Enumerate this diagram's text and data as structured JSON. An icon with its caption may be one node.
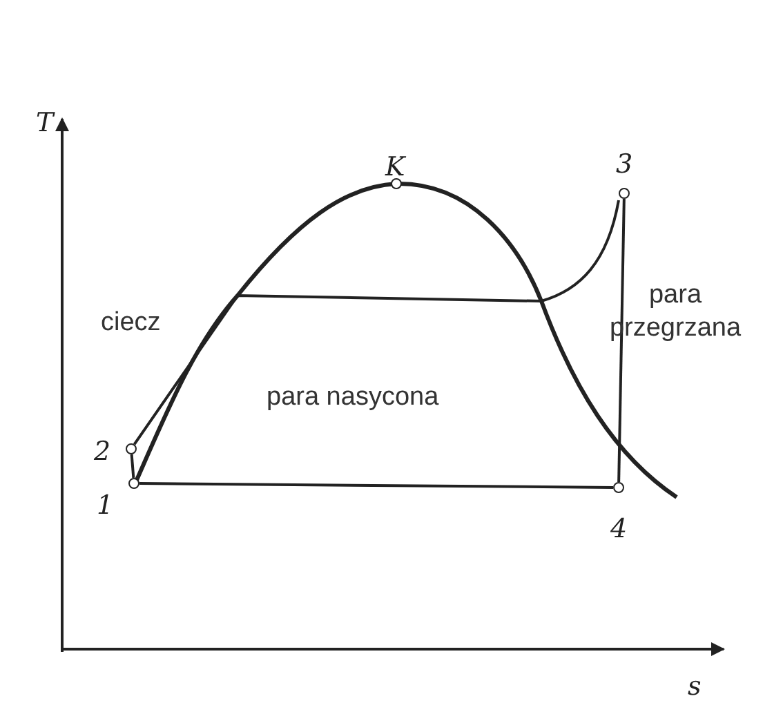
{
  "diagram": {
    "nodes": [
      {
        "text": [],
        "shape": "circle",
        "beside": [
          "K"
        ]
      },
      {
        "text": [],
        "shape": "circle",
        "beside": [
          "3"
        ]
      },
      {
        "text": [],
        "shape": "circle",
        "beside": [
          "2"
        ]
      },
      {
        "text": [],
        "shape": "circle",
        "beside": [
          "1"
        ]
      },
      {
        "text": [],
        "shape": "circle",
        "beside": [
          "4"
        ]
      }
    ],
    "edges": [
      {
        "from": 3,
        "to": 2,
        "arrow": "none"
      },
      {
        "from": 2,
        "to": 1,
        "arrow": "none"
      },
      {
        "from": 1,
        "to": 4,
        "arrow": "none"
      },
      {
        "from": 4,
        "to": 3,
        "arrow": "none"
      }
    ],
    "labels": [
      "T",
      "ciecz",
      "para przegrzana",
      "para nasycona",
      "s"
    ]
  }
}
